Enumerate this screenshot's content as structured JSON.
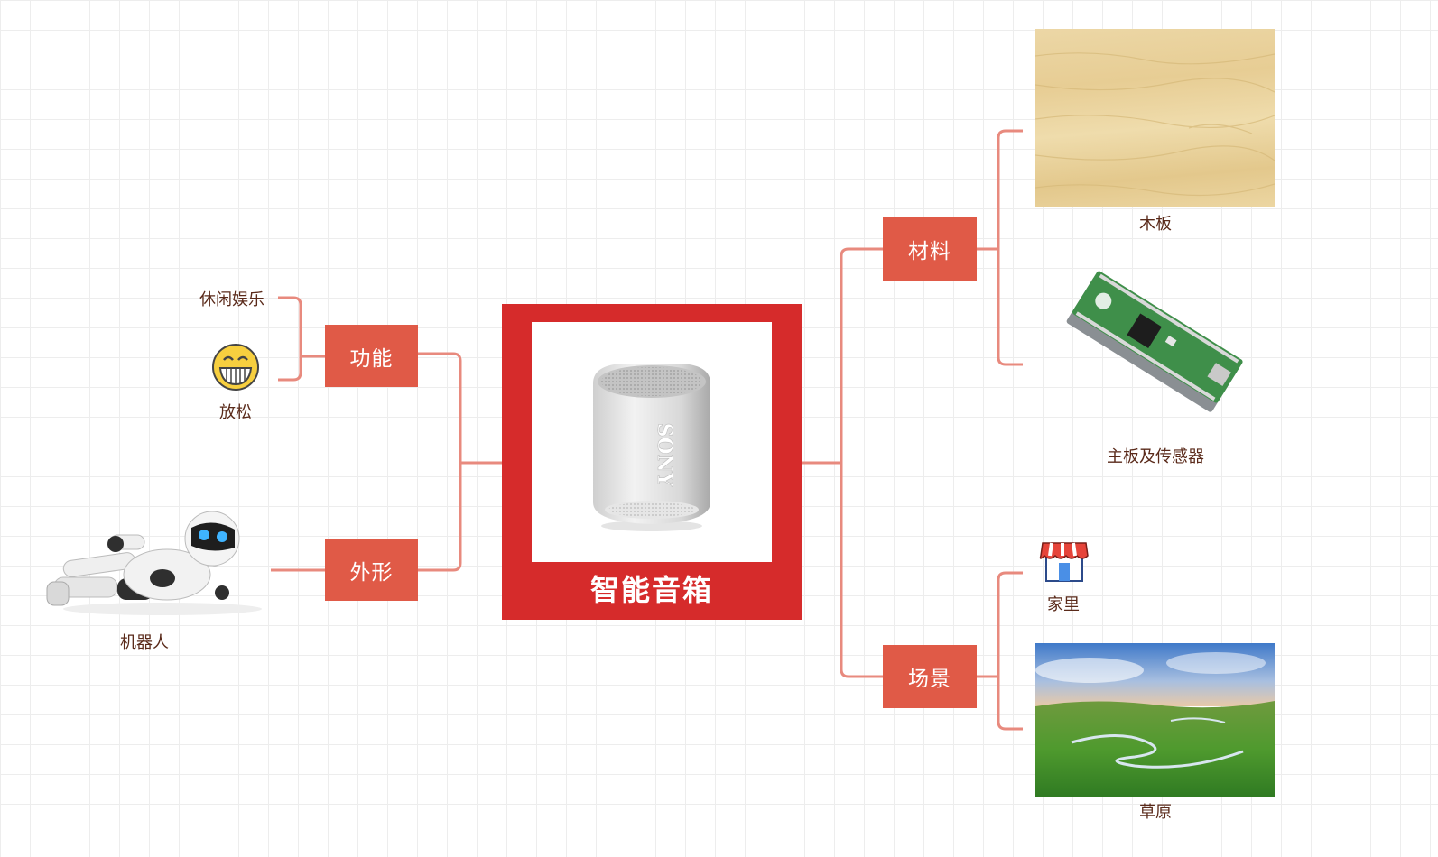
{
  "central": {
    "title": "智能音箱",
    "product_icon": "speaker-image",
    "brand": "SONY"
  },
  "left": {
    "function": {
      "label": "功能",
      "children": [
        "休闲娱乐",
        "放松"
      ],
      "emoji_icon": "grinning-face-icon"
    },
    "shape": {
      "label": "外形",
      "children": [
        "机器人"
      ],
      "image_icon": "robot-image"
    }
  },
  "right": {
    "material": {
      "label": "材料",
      "children": [
        "木板",
        "主板及传感器"
      ],
      "images": [
        "wood-board-image",
        "circuit-board-image"
      ]
    },
    "scene": {
      "label": "场景",
      "children": [
        "家里",
        "草原"
      ],
      "images": [
        "storefront-icon",
        "grassland-image"
      ]
    }
  },
  "colors": {
    "central": "#d62b2b",
    "topic": "#e05a47",
    "connector": "#e88a7e",
    "label_text": "#5a2a1a"
  }
}
